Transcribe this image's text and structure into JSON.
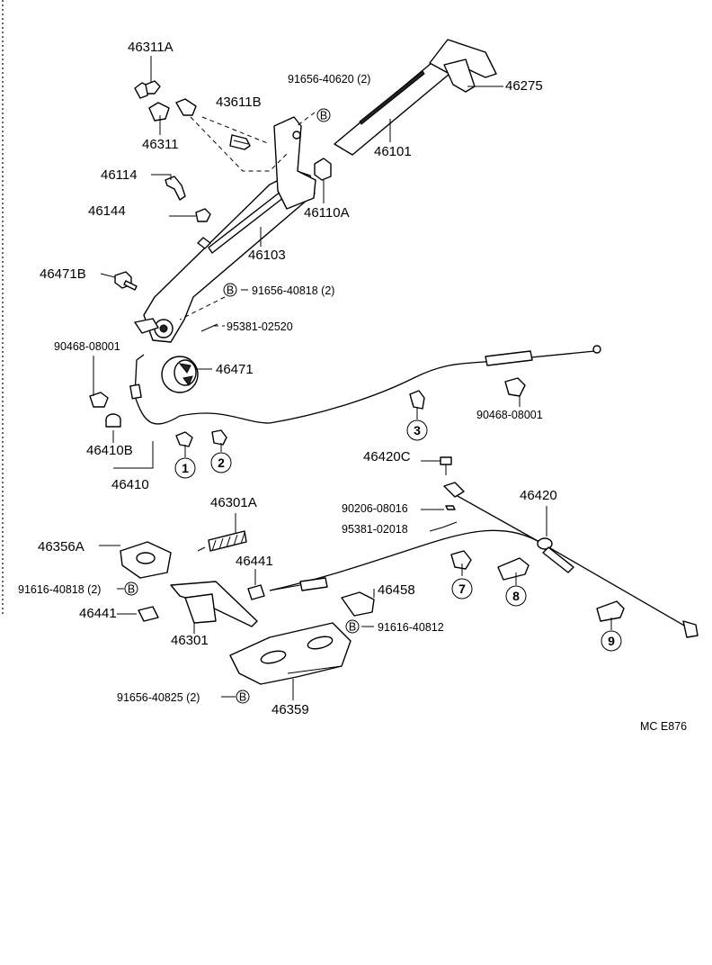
{
  "labels": {
    "p46311A": "46311A",
    "p91656_40620": "91656-40620 (2)",
    "p46275": "46275",
    "p43611B": "43611B",
    "p46311": "46311",
    "p46101": "46101",
    "p46114": "46114",
    "p46110A": "46110A",
    "p46144": "46144",
    "p46103": "46103",
    "p46471B": "46471B",
    "p91656_40818": "91656-40818 (2)",
    "p95381_02520": "95381-02520",
    "p90468_08001_l": "90468-08001",
    "p46471": "46471",
    "p90468_08001_r": "90468-08001",
    "p46410B": "46410B",
    "p46410": "46410",
    "p46420C": "46420C",
    "p46420": "46420",
    "p46301A": "46301A",
    "p90206_08016": "90206-08016",
    "p95381_02018": "95381-02018",
    "p46356A": "46356A",
    "p46441_top": "46441",
    "p91616_40818": "91616-40818 (2)",
    "p46458": "46458",
    "p46441_left": "46441",
    "p46301": "46301",
    "p91616_40812": "91616-40812",
    "p91656_40825": "91656-40825 (2)",
    "p46359": "46359",
    "footer": "MC  E876"
  },
  "callouts": {
    "c1": "1",
    "c2": "2",
    "c3": "3",
    "c7": "7",
    "c8": "8",
    "c9": "9",
    "b": "B"
  }
}
